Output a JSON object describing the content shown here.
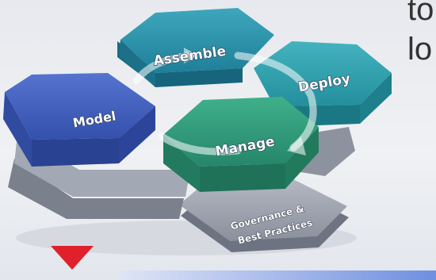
{
  "diagram": {
    "hexagons": {
      "assemble": {
        "label": "Assemble",
        "color": "#2a8aa3"
      },
      "deploy": {
        "label": "Deploy",
        "color": "#2b9aa7"
      },
      "model": {
        "label": "Model",
        "color": "#3c5bb8"
      },
      "manage": {
        "label": "Manage",
        "color": "#2f9a78"
      }
    },
    "governance": {
      "line1": "Governance &",
      "line2": "Best Practices",
      "color": "#8f96a2"
    },
    "side_text": {
      "line1": "to",
      "line2": "lo"
    },
    "marker_color": "#e0202a",
    "bar_color": "#6f8fe0"
  }
}
